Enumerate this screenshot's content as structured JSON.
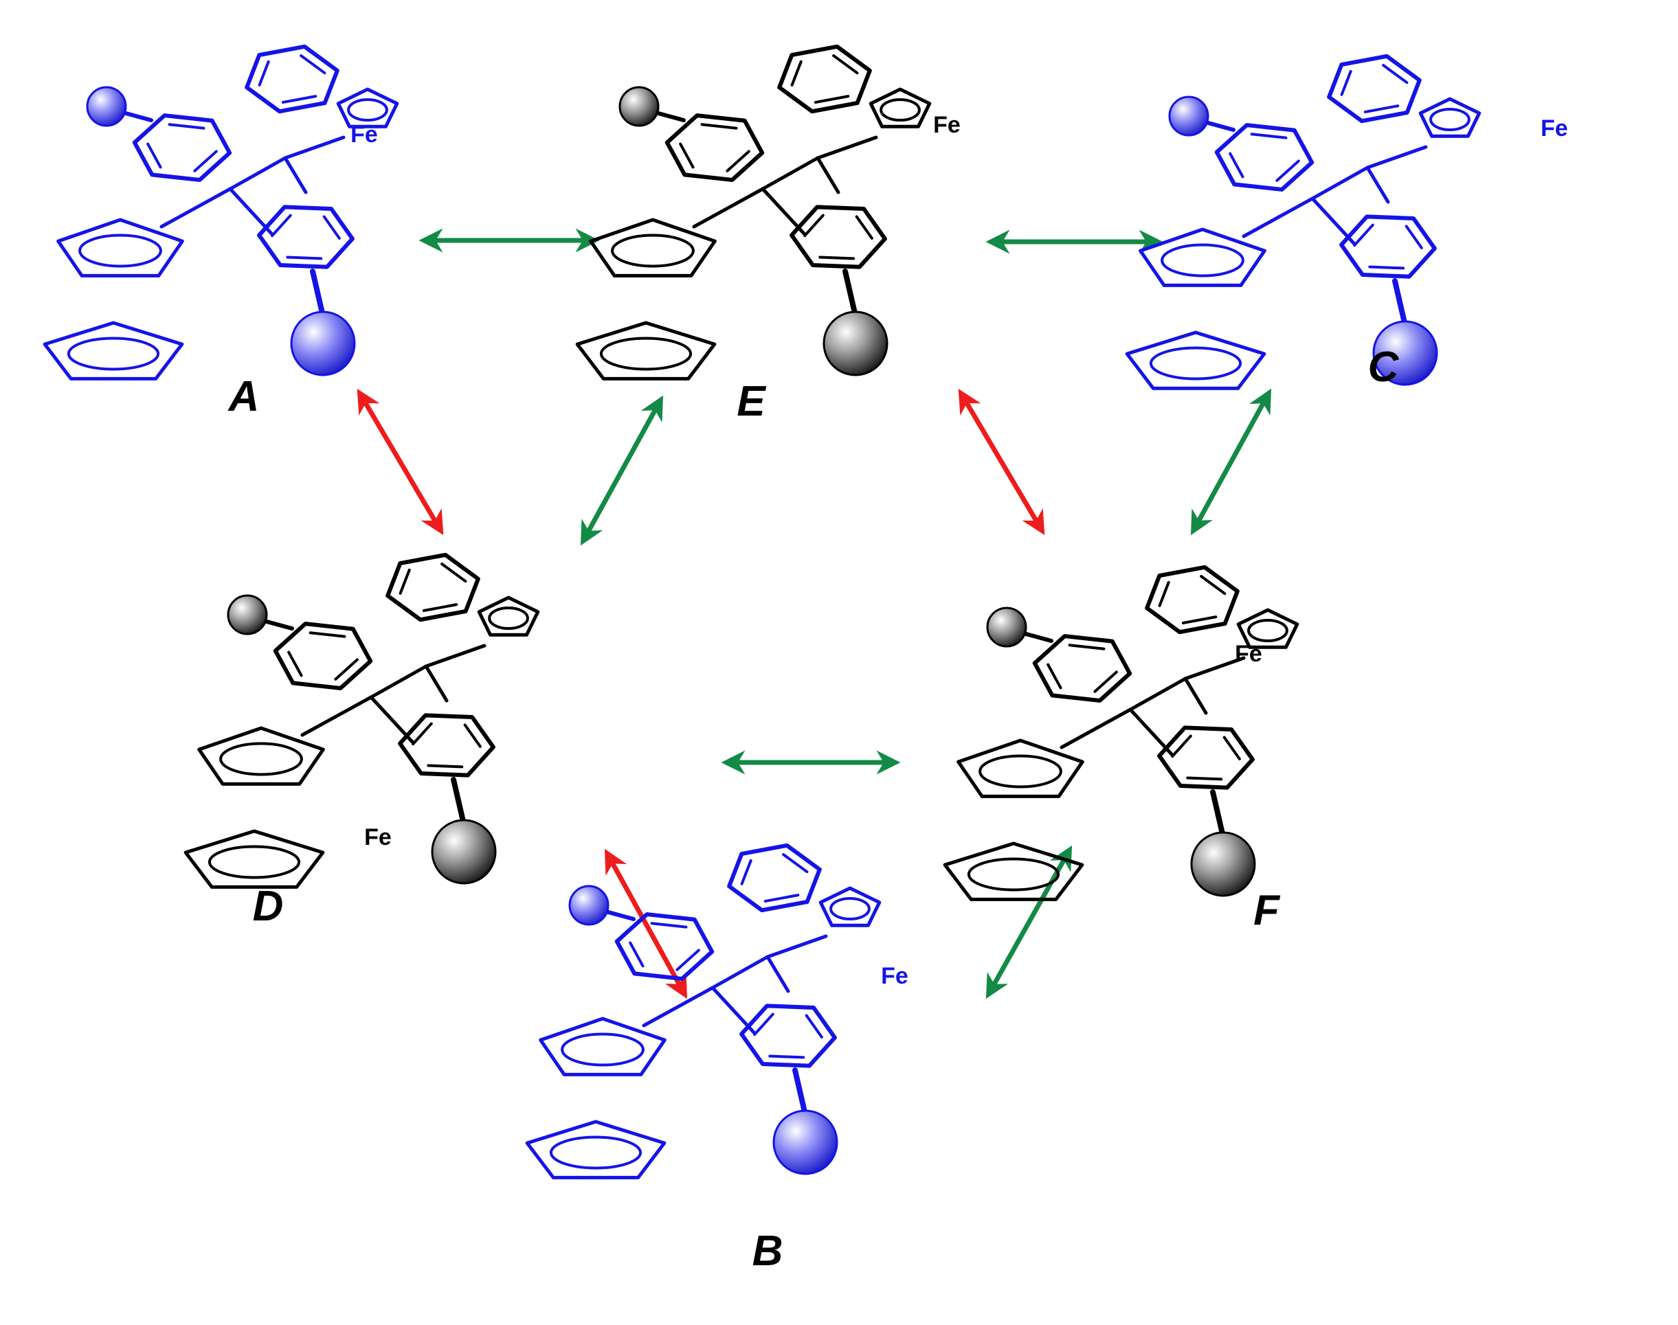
{
  "diagram": {
    "colors": {
      "highlight": "#1414e6",
      "normal": "#000000",
      "arrow_green": "#138a45",
      "arrow_red": "#ee1c1c"
    },
    "conformers": [
      {
        "id": "A",
        "label": "A",
        "metal": "Fe",
        "color": "highlight"
      },
      {
        "id": "E",
        "label": "E",
        "metal": "Fe",
        "color": "normal"
      },
      {
        "id": "C",
        "label": "C",
        "metal": "Fe",
        "color": "highlight"
      },
      {
        "id": "D",
        "label": "D",
        "metal": "Fe",
        "color": "normal"
      },
      {
        "id": "F",
        "label": "F",
        "metal": "Fe",
        "color": "normal"
      },
      {
        "id": "B",
        "label": "B",
        "metal": "Fe",
        "color": "highlight"
      }
    ],
    "equilibria": [
      {
        "from": "A",
        "to": "E",
        "color": "arrow_green"
      },
      {
        "from": "E",
        "to": "C",
        "color": "arrow_green"
      },
      {
        "from": "A",
        "to": "D",
        "color": "arrow_red"
      },
      {
        "from": "E",
        "to": "D",
        "color": "arrow_green"
      },
      {
        "from": "E",
        "to": "F",
        "color": "arrow_red"
      },
      {
        "from": "C",
        "to": "F",
        "color": "arrow_green"
      },
      {
        "from": "D",
        "to": "F",
        "color": "arrow_green"
      },
      {
        "from": "D",
        "to": "B",
        "color": "arrow_red"
      },
      {
        "from": "B",
        "to": "F",
        "color": "arrow_green"
      }
    ]
  }
}
